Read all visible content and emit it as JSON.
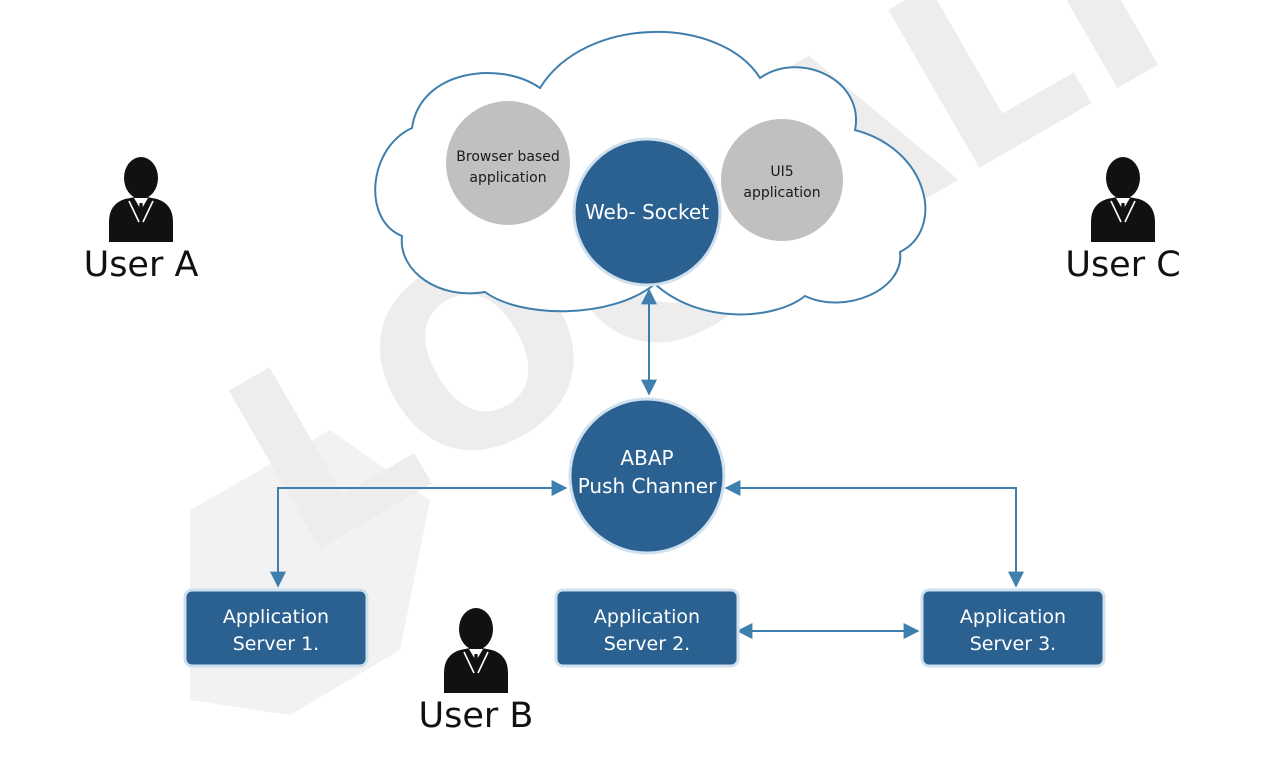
{
  "watermark": {
    "text": "LOGALI",
    "color": "#ececec"
  },
  "colors": {
    "node_blue": "#2b6190",
    "node_border": "#cfe0ee",
    "connector": "#3f7fae",
    "cloud_outline": "#3f7fae",
    "grey_circle": "#c0c0c0",
    "user_icon": "#111111"
  },
  "cloud": {
    "apps": [
      {
        "line1": "Browser based",
        "line2": "application"
      },
      {
        "line1": "UI5",
        "line2": "application"
      }
    ],
    "websocket_label": "Web- Socket"
  },
  "push_channel": {
    "line1": "ABAP",
    "line2": "Push Channer"
  },
  "servers": [
    {
      "line1": "Application",
      "line2": "Server 1."
    },
    {
      "line1": "Application",
      "line2": "Server 2."
    },
    {
      "line1": "Application",
      "line2": "Server 3."
    }
  ],
  "users": [
    {
      "label": "User A",
      "icon": "businessman-icon"
    },
    {
      "label": "User B",
      "icon": "businessman-icon"
    },
    {
      "label": "User C",
      "icon": "businessman-icon"
    }
  ]
}
